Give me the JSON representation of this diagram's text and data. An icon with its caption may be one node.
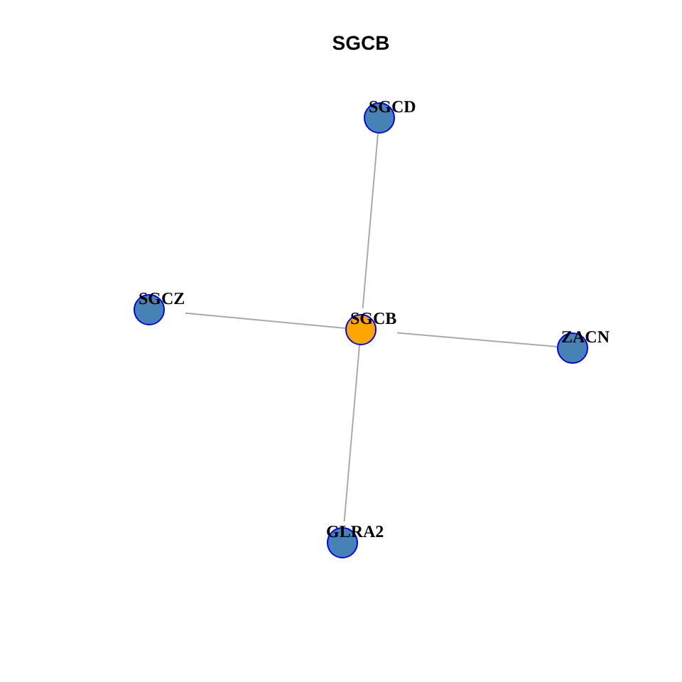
{
  "diagram": {
    "title": "SGCB",
    "nodes": [
      {
        "text": [
          "SGCD"
        ]
      },
      {
        "text": [
          "SGCZ"
        ]
      },
      {
        "text": [
          "SGCB"
        ]
      },
      {
        "text": [
          "ZACN"
        ]
      },
      {
        "text": [
          "GLRA2"
        ]
      }
    ],
    "edges": [
      {
        "from": 2,
        "to": 0,
        "arrow": "none"
      },
      {
        "from": 2,
        "to": 1,
        "arrow": "none"
      },
      {
        "from": 2,
        "to": 3,
        "arrow": "none"
      },
      {
        "from": 2,
        "to": 4,
        "arrow": "none"
      }
    ]
  }
}
